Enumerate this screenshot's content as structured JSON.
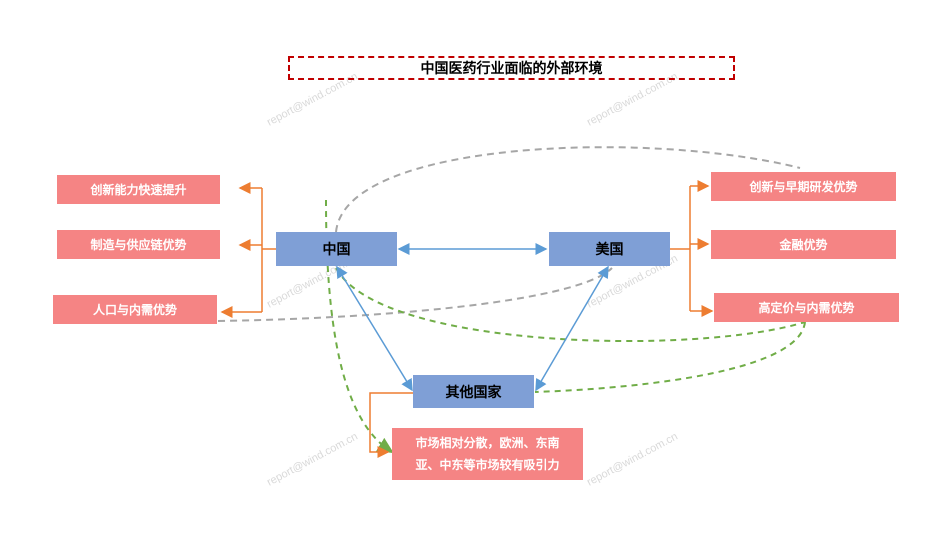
{
  "title": "中国医药行业面临的外部环境",
  "nodes": {
    "china": "中国",
    "usa": "美国",
    "others": "其他国家"
  },
  "china_advantages": [
    "创新能力快速提升",
    "制造与供应链优势",
    "人口与内需优势"
  ],
  "usa_advantages": [
    "创新与早期研发优势",
    "金融优势",
    "高定价与内需优势"
  ],
  "others_desc": {
    "line1": "市场相对分散，欧洲、东南",
    "line2": "亚、中东等市场较有吸引力"
  },
  "watermark": "report@wind.com.cn",
  "colors": {
    "node_blue": "#7f9fd6",
    "box_red": "#f58484",
    "arrow_orange": "#ed7d31",
    "arrow_blue": "#5b9bd5",
    "dash_gray": "#a6a6a6",
    "dash_green": "#70ad47",
    "title_border": "#c00000"
  }
}
